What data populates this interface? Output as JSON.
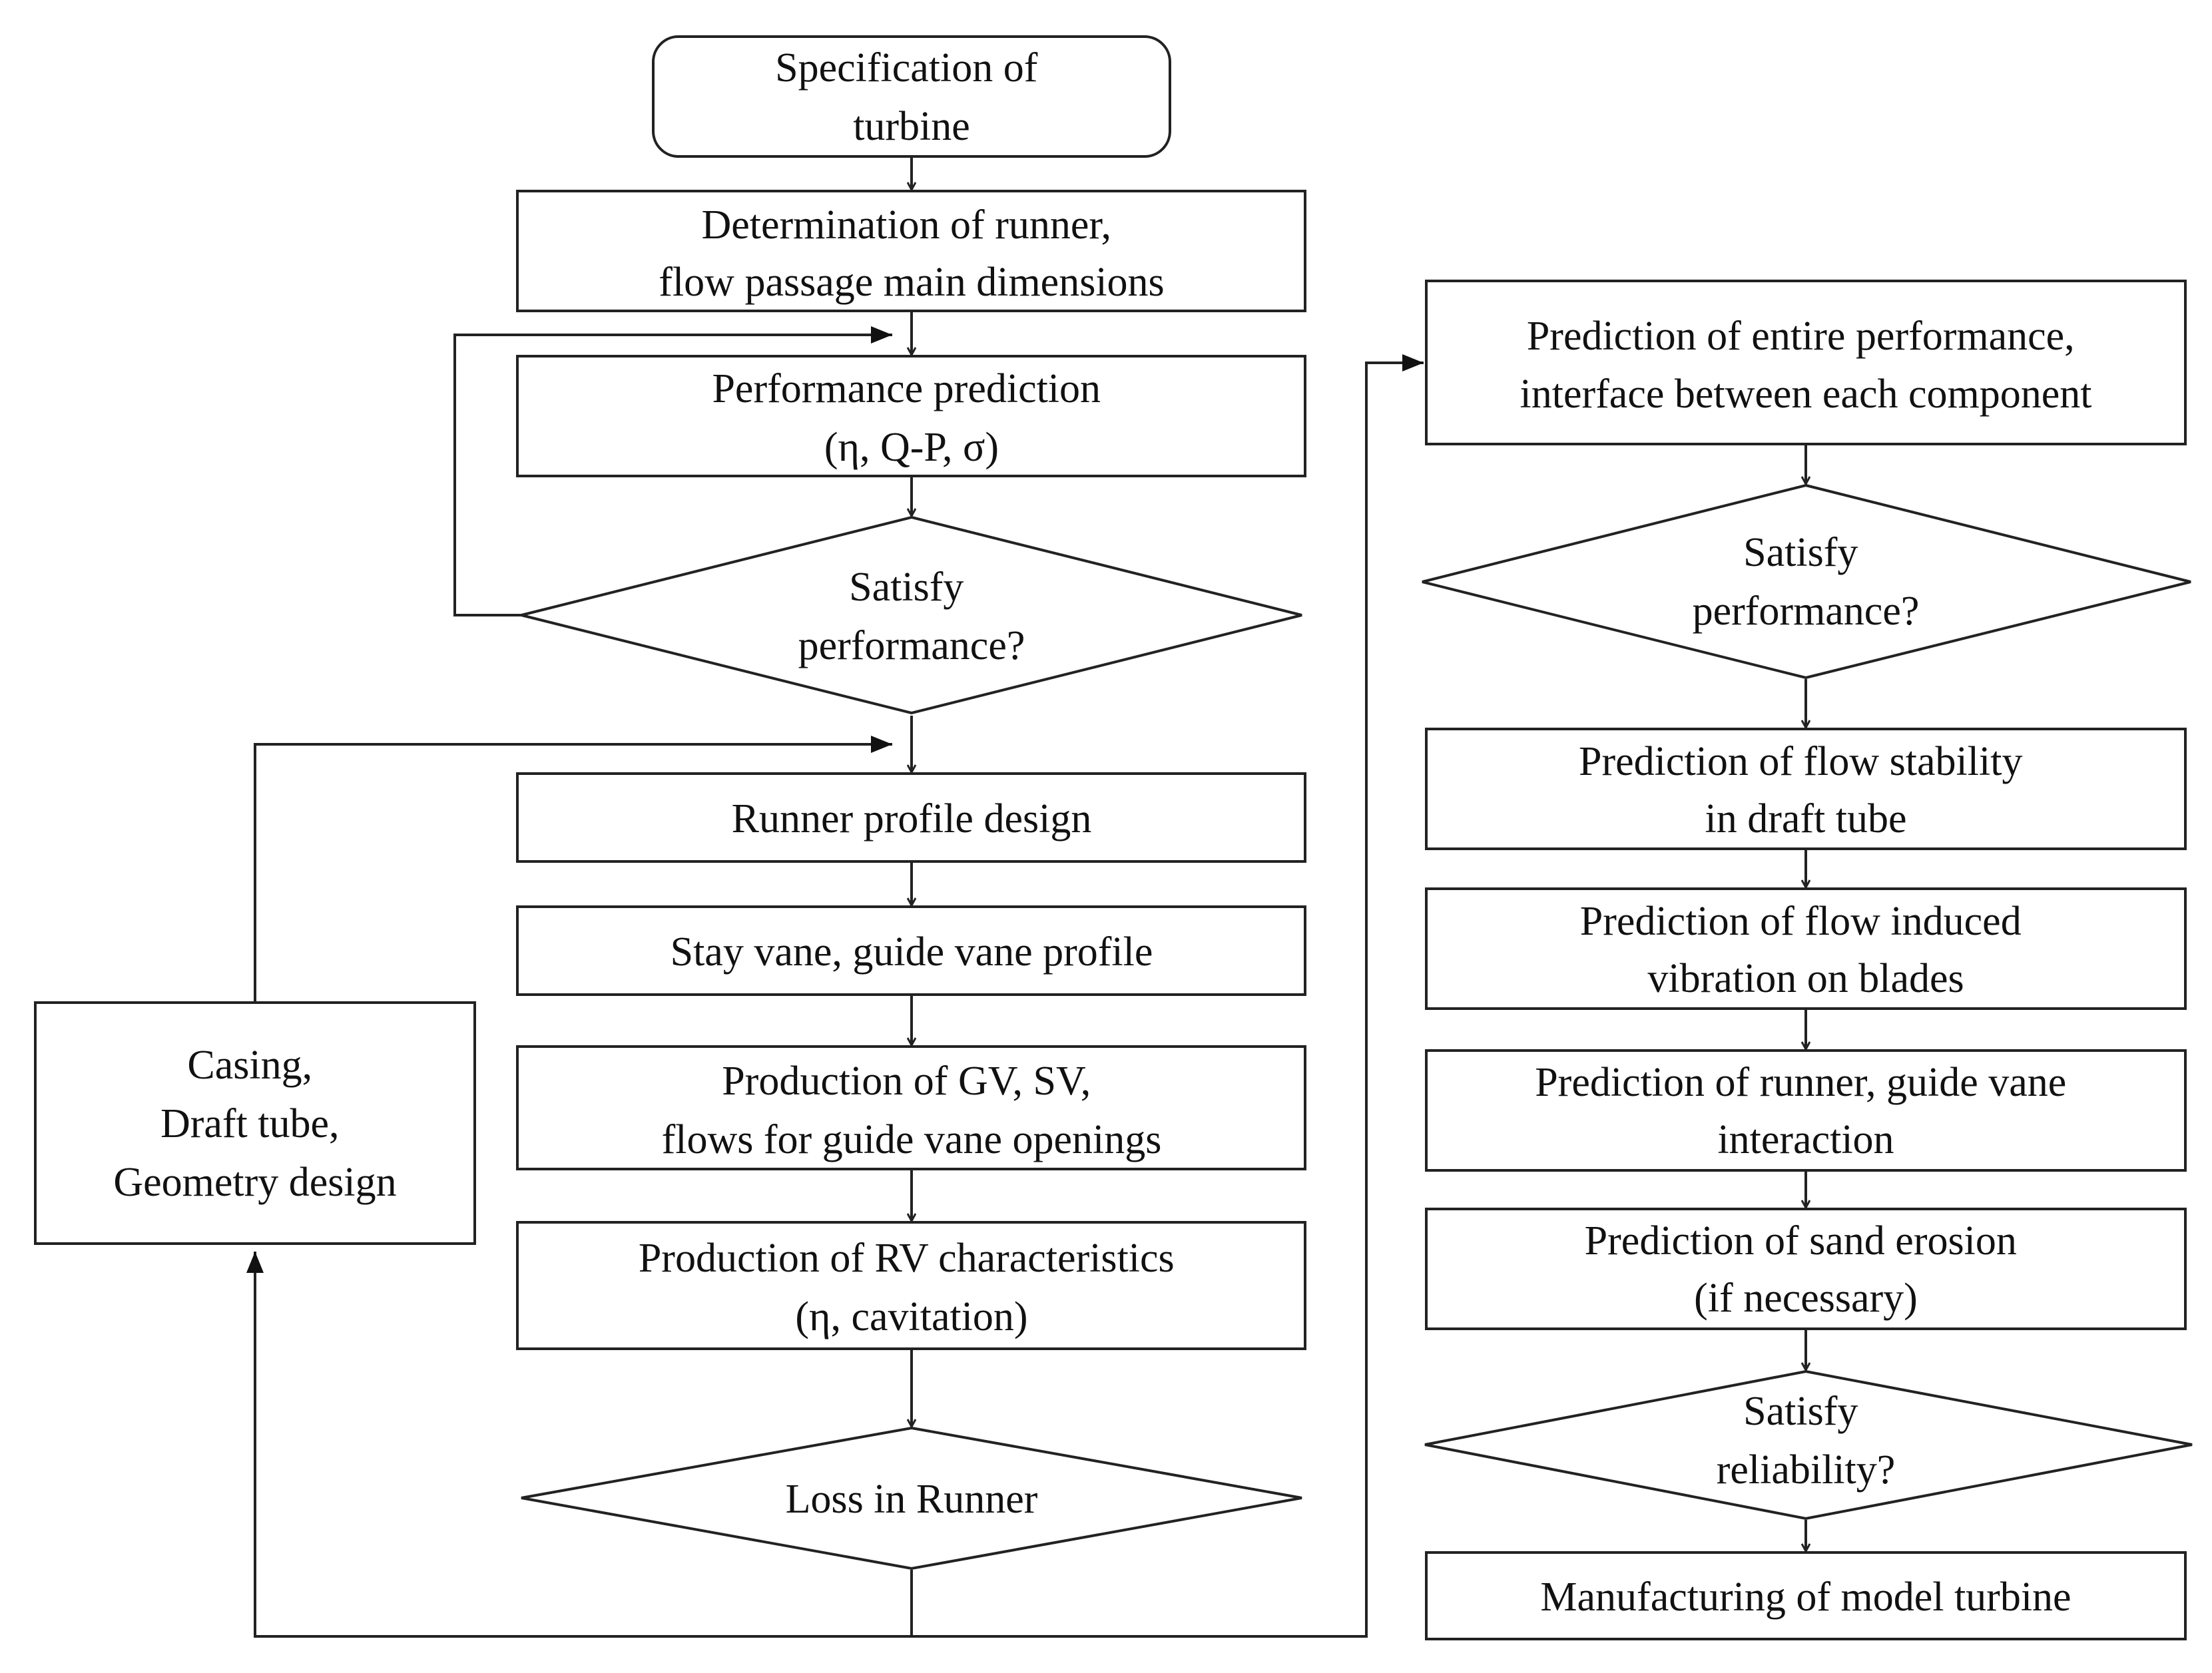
{
  "nodes": {
    "spec": [
      "Specification of",
      "turbine"
    ],
    "determination": [
      "Determination  of runner,",
      "flow passage main  dimensions"
    ],
    "perf_pred": [
      "Performance prediction",
      "(η, Q-P, σ)"
    ],
    "satisfy_perf_left": [
      "Satisfy",
      "performance?"
    ],
    "runner_profile": [
      "Runner profile design"
    ],
    "stay_vane": [
      "Stay vane, guide  vane profile"
    ],
    "production_gv": [
      "Production of GV, SV,",
      "flows for guide vane openings"
    ],
    "production_rv": [
      "Production of RV characteristics",
      "(η, cavitation)"
    ],
    "loss_runner": [
      "Loss in Runner"
    ],
    "casing": [
      "Casing,",
      "Draft tube,",
      "Geometry design"
    ],
    "entire_perf": [
      "Prediction of entire  performance,",
      "interface  between each component"
    ],
    "satisfy_perf_right": [
      "Satisfy",
      "performance?"
    ],
    "flow_stability": [
      "Prediction of flow stability",
      "in draft tube"
    ],
    "flow_vibration": [
      "Prediction of flow induced",
      "vibration  on blades"
    ],
    "runner_guide": [
      "Prediction of runner,  guide vane",
      "interaction"
    ],
    "sand_erosion": [
      "Prediction of sand erosion",
      "(if necessary)"
    ],
    "satisfy_reliability": [
      "Satisfy",
      "reliability?"
    ],
    "manufacturing": [
      "Manufacturing  of model turbine"
    ]
  }
}
